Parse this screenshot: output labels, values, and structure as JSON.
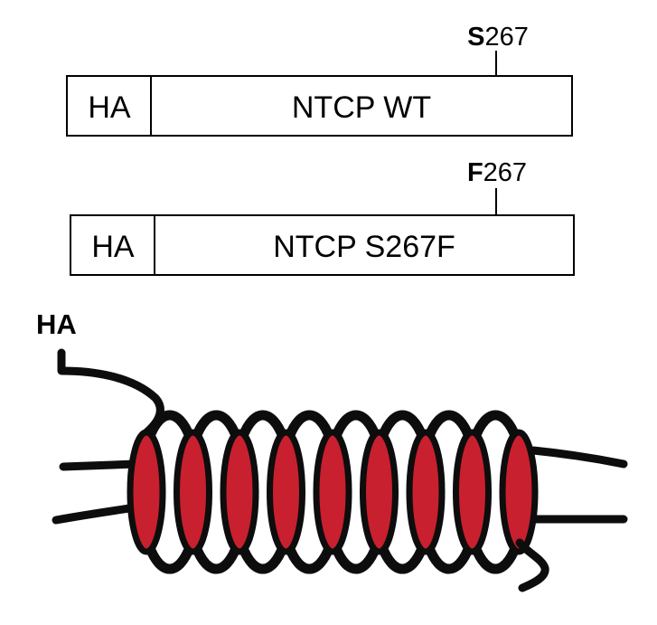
{
  "constructs": [
    {
      "tag_label": "HA",
      "protein_label": "NTCP WT",
      "site_residue": "S",
      "site_position": "267"
    },
    {
      "tag_label": "HA",
      "protein_label": "NTCP S267F",
      "site_residue": "F",
      "site_position": "267"
    }
  ],
  "topology": {
    "tag_label": "HA",
    "helix_count": 9,
    "helix_color": "#c8202e"
  }
}
